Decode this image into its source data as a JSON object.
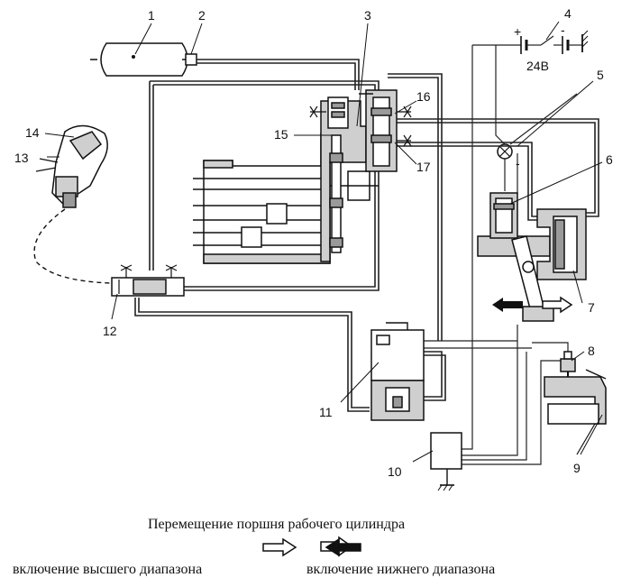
{
  "labels": {
    "n1": "1",
    "n2": "2",
    "n3": "3",
    "n4": "4",
    "n5": "5",
    "n6": "6",
    "n7": "7",
    "n8": "8",
    "n9": "9",
    "n10": "10",
    "n11": "11",
    "n12": "12",
    "n13": "13",
    "n14": "14",
    "n15": "15",
    "n16": "16",
    "n17": "17"
  },
  "battery": {
    "plus": "+",
    "minus": "-",
    "voltage": "24В"
  },
  "sensor_minus": "-",
  "legend": {
    "title": "Перемещение поршня рабочего цилиндра",
    "higher": "включение высшего диапазона",
    "lower": "включение нижнего диапазона"
  },
  "colors": {
    "line": "#222222",
    "body": "#cfcfcf",
    "body_dark": "#9a9a9a",
    "arrow_fill": "#111111"
  }
}
